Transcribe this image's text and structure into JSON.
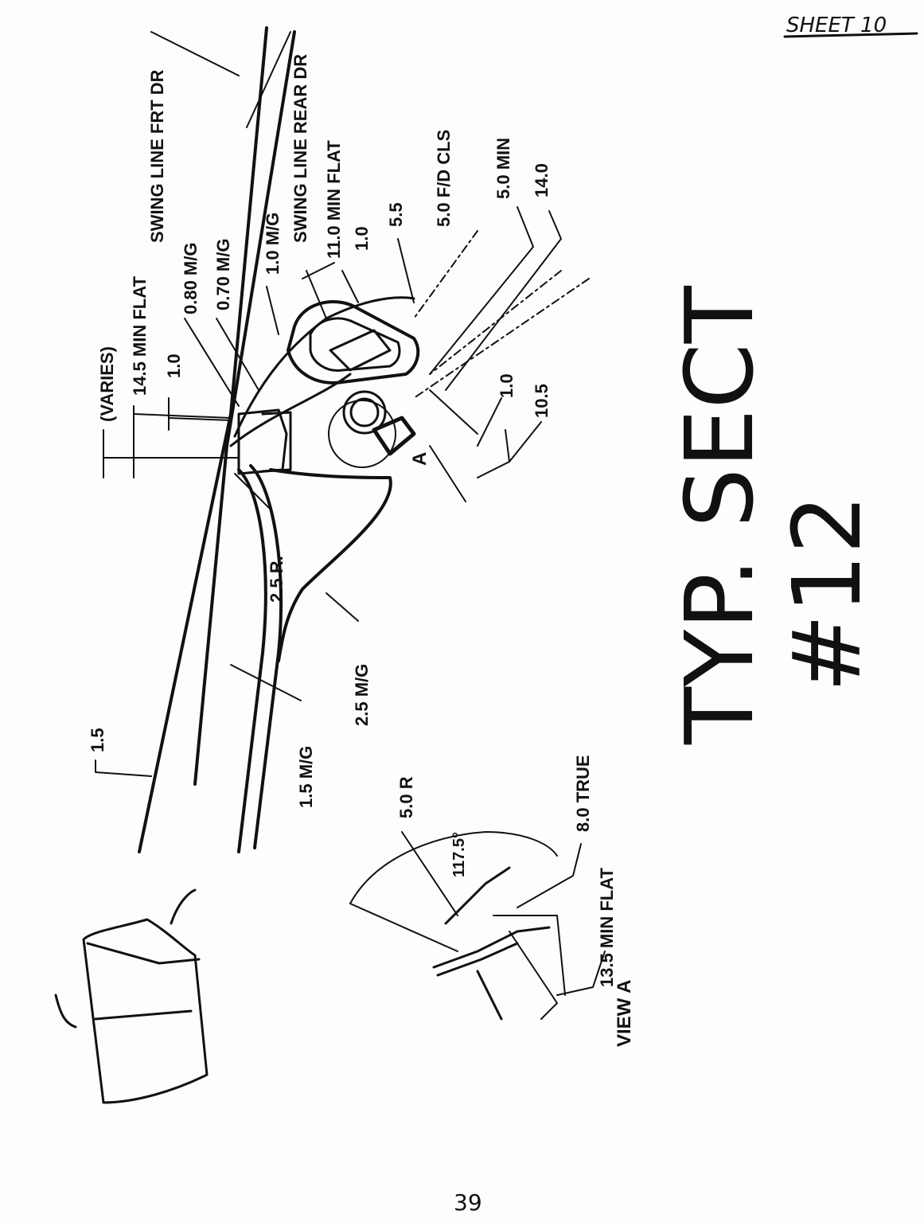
{
  "sheet_label": "SHEET 10",
  "page_number": "39",
  "title": {
    "line1": "TYP. SECT",
    "line2": "#12"
  },
  "view_label": "VIEW A",
  "view_marker": "A",
  "labels": {
    "swing_line_frt": "SWING LINE FRT DR",
    "swing_line_rear": "SWING LINE REAR DR",
    "min_flat_14_5": "14.5 MIN FLAT",
    "varies": "(VARIES)",
    "dim_1_0_a": "1.0",
    "dim_0_80": "0.80 M/G",
    "dim_0_70": "0.70 M/G",
    "dim_1_0_mg": "1.0 M/G",
    "min_flat_11_0": "11.0 MIN FLAT",
    "dim_1_0_b": "1.0",
    "dim_5_5": "5.5",
    "fd_cls": "5.0 F/D CLS",
    "min_5_0": "5.0 MIN",
    "dim_14_0": "14.0",
    "dim_1_0_c": "1.0",
    "dim_10_5": "10.5",
    "radius_2_5": "2.5 R.",
    "mg_2_5": "2.5 M/G",
    "mg_1_5": "1.5 M/G",
    "dim_1_5": "1.5",
    "radius_5_0": "5.0 R",
    "angle": "117.5°",
    "true_8_0": "8.0 TRUE",
    "min_flat_13_5": "13.5 MIN FLAT"
  }
}
